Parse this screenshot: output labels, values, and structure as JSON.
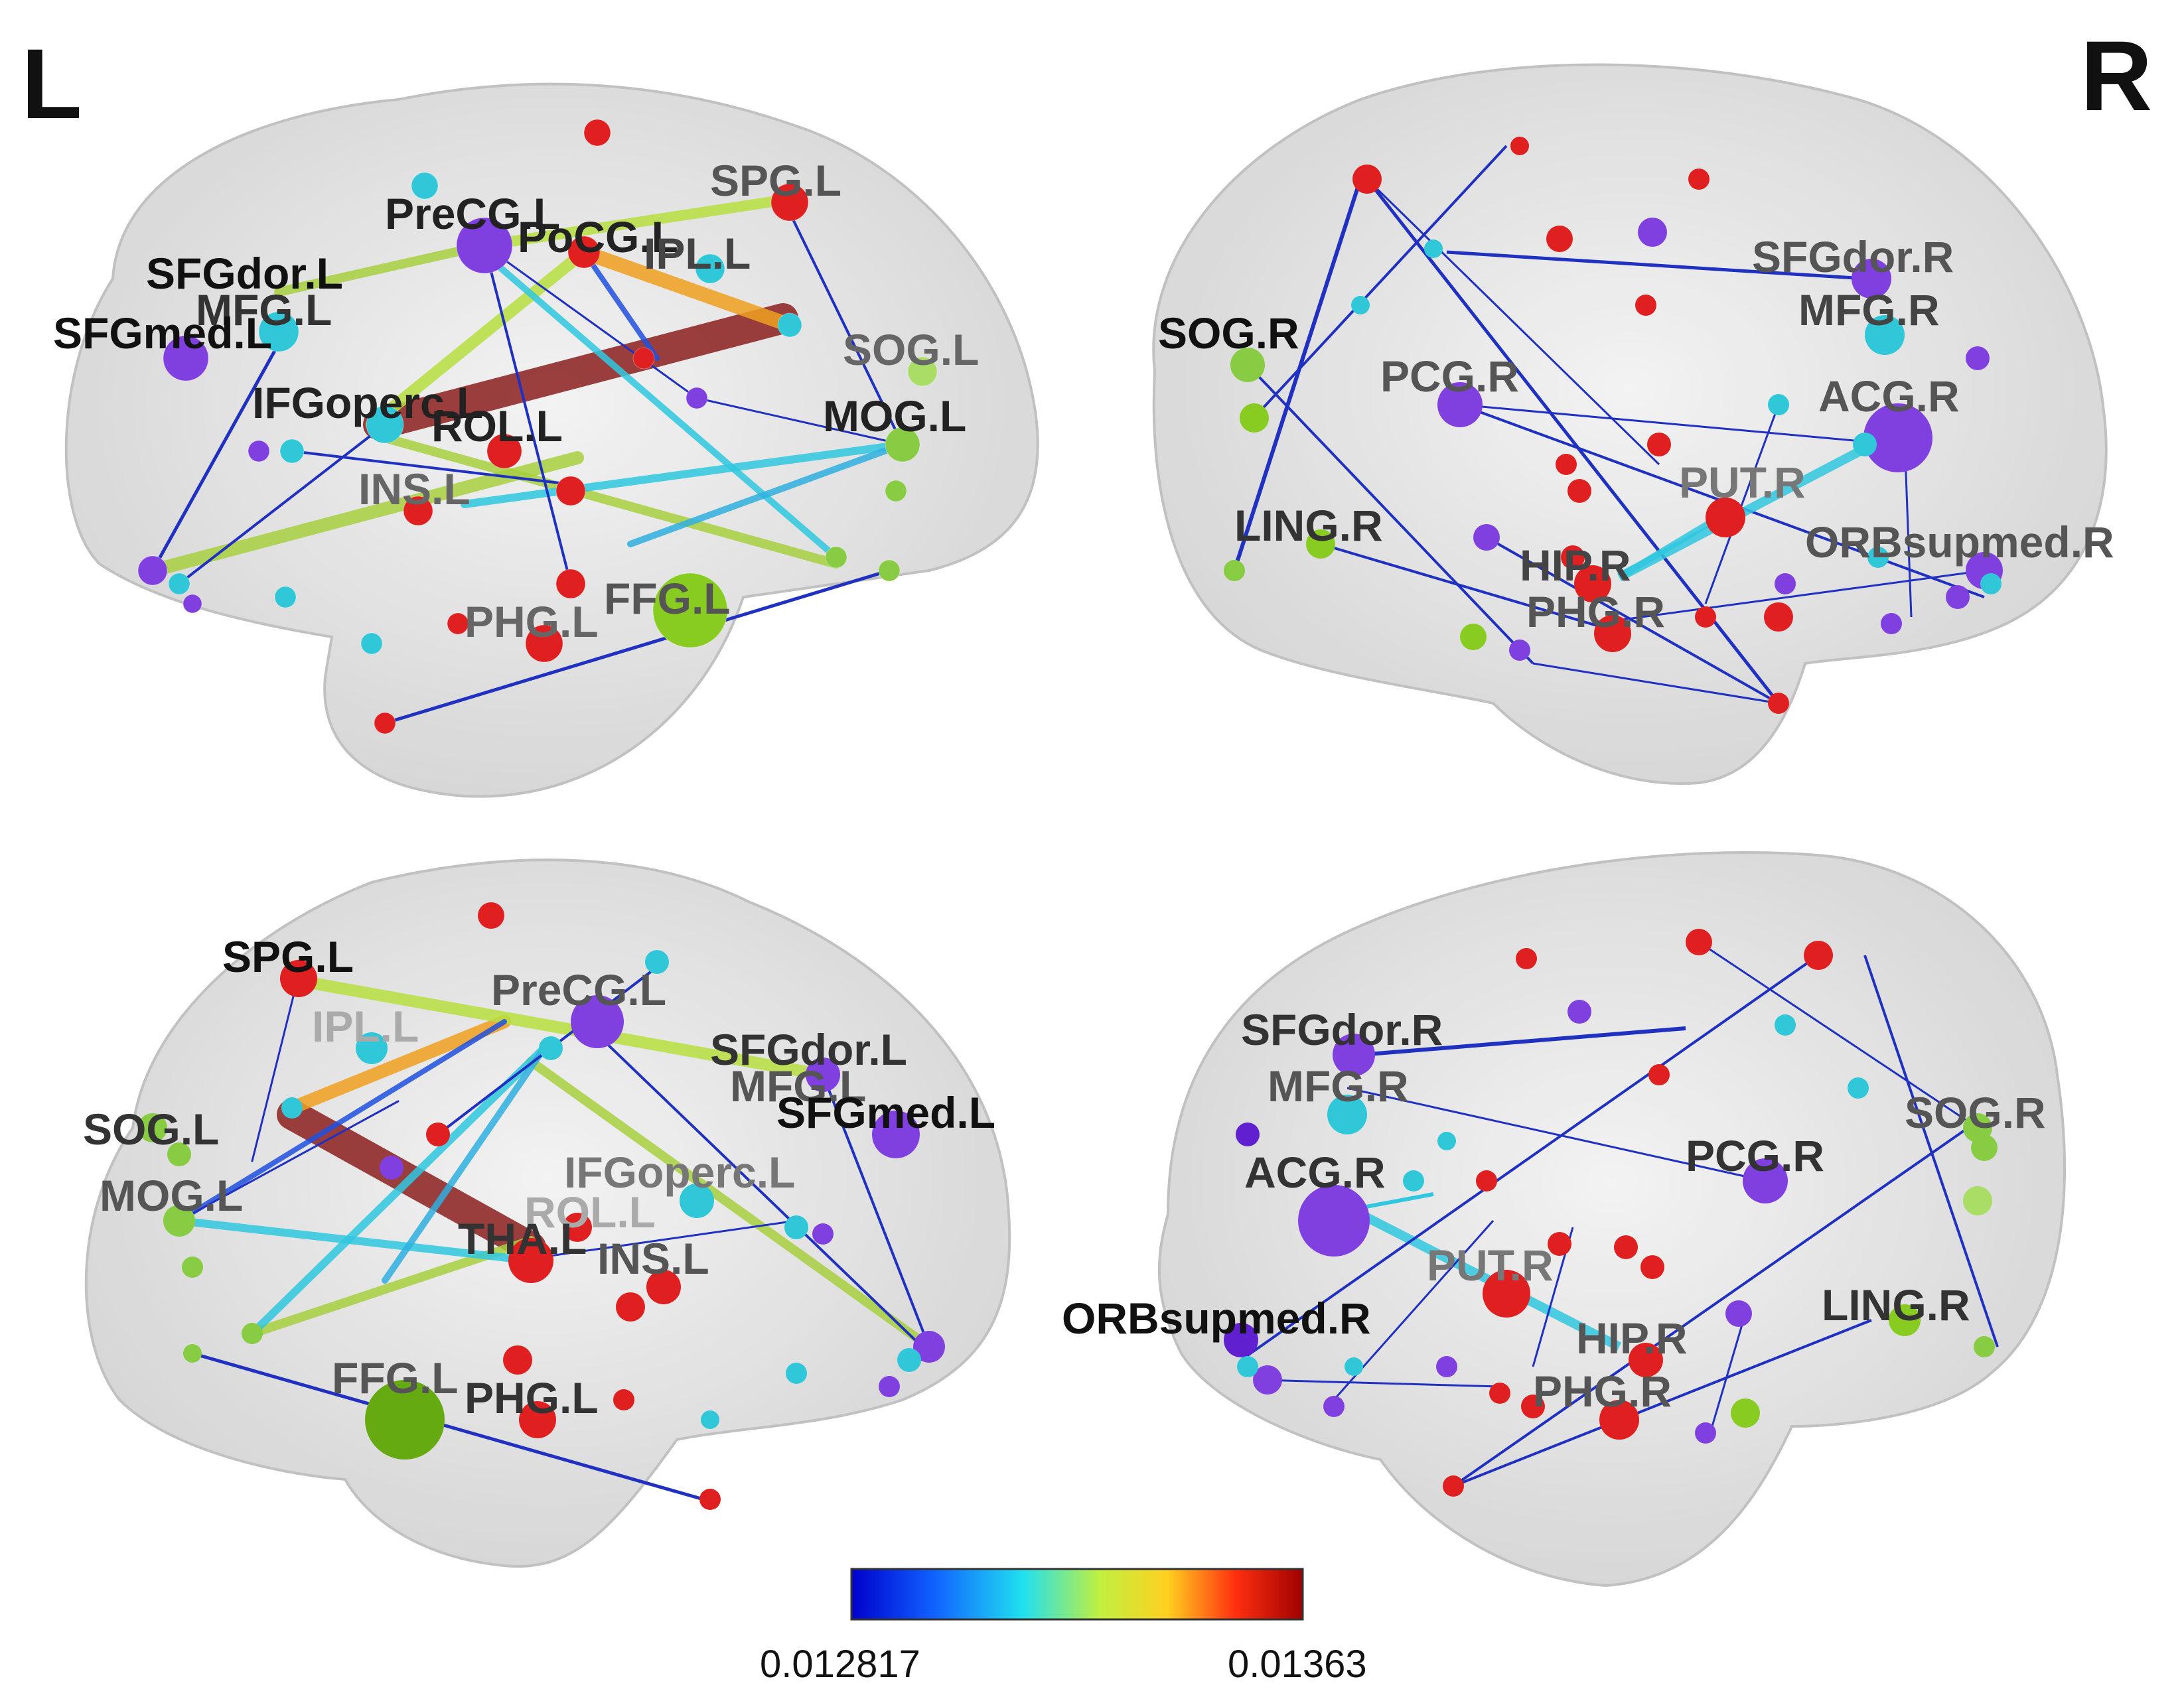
{
  "hemisphere_labels": {
    "left": "L",
    "right": "R"
  },
  "colorbar": {
    "min_label": "0.012817",
    "max_label": "0.01363",
    "colors": [
      "#0000cc",
      "#1060ff",
      "#20e0f0",
      "#c0f040",
      "#ffd020",
      "#ff5010",
      "#a00000"
    ]
  },
  "panels": {
    "top_left": {
      "labels": [
        "PreCG.L",
        "PoCG.L",
        "SPG.L",
        "IPL.L",
        "SFGdor.L",
        "MFG.L",
        "SFGmed.L",
        "SOG.L",
        "IFGoperc.L",
        "MOG.L",
        "ROL.L",
        "INS.L",
        "PHG.L",
        "FFG.L"
      ]
    },
    "top_right": {
      "labels": [
        "SFGdor.R",
        "MFG.R",
        "SOG.R",
        "PCG.R",
        "ACG.R",
        "PUT.R",
        "LING.R",
        "ORBsupmed.R",
        "HIP.R",
        "PHG.R"
      ]
    },
    "bottom_left": {
      "labels": [
        "SPG.L",
        "PreCG.L",
        "IPL.L",
        "SFGdor.L",
        "MFG.L",
        "SFGmed.L",
        "SOG.L",
        "IFGoperc.L",
        "MOG.L",
        "ROL.L",
        "THA.L",
        "INS.L",
        "FFG.L",
        "PHG.L"
      ]
    },
    "bottom_right": {
      "labels": [
        "SFGdor.R",
        "MFG.R",
        "SOG.R",
        "ACG.R",
        "PCG.R",
        "PUT.R",
        "ORBsupmed.R",
        "HIP.R",
        "LING.R",
        "PHG.R"
      ]
    }
  }
}
